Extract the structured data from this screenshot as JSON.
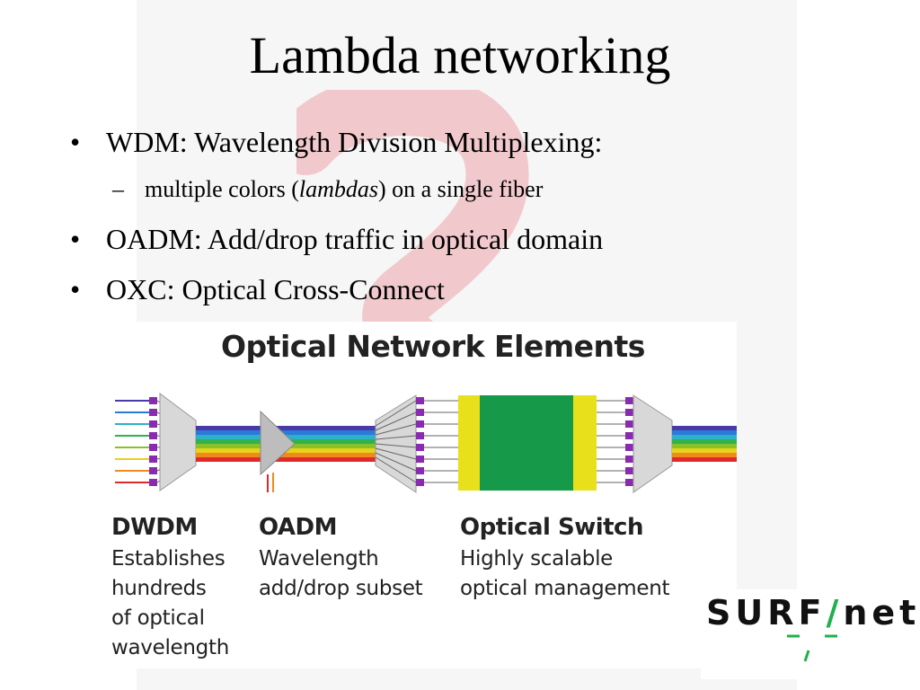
{
  "slide": {
    "title": "Lambda networking",
    "bullets": [
      {
        "text": "WDM: Wavelength Division Multiplexing:"
      },
      {
        "text": "OADM: Add/drop traffic in optical domain"
      },
      {
        "text": "OXC: Optical Cross-Connect"
      }
    ],
    "subbullet": {
      "before": "multiple colors (",
      "italic": "lambdas",
      "after": ") on a single fiber"
    },
    "bullet_glyph": "•",
    "dash_glyph": "–"
  },
  "figure": {
    "title": "Optical Network Elements",
    "elements": [
      {
        "name": "DWDM",
        "desc": [
          "Establishes",
          "hundreds",
          "of optical",
          "wavelength"
        ]
      },
      {
        "name": "OADM",
        "desc": [
          "Wavelength",
          "add/drop subset"
        ]
      },
      {
        "name": "Optical Switch",
        "desc": [
          "Highly scalable",
          "optical management"
        ]
      }
    ],
    "colors": {
      "fibers": [
        "#4a3aa8",
        "#2a7ad8",
        "#2db0c8",
        "#2fb34a",
        "#8ac12a",
        "#e8d21a",
        "#f08a1e",
        "#e02a2a"
      ],
      "connector": "#8a2ab0",
      "switch_green": "#169a4a",
      "switch_yellow": "#e8e01a"
    }
  },
  "logo": {
    "letters": "SURF",
    "slash": "/",
    "suffix": "net",
    "accent_color": "#21b04b"
  }
}
